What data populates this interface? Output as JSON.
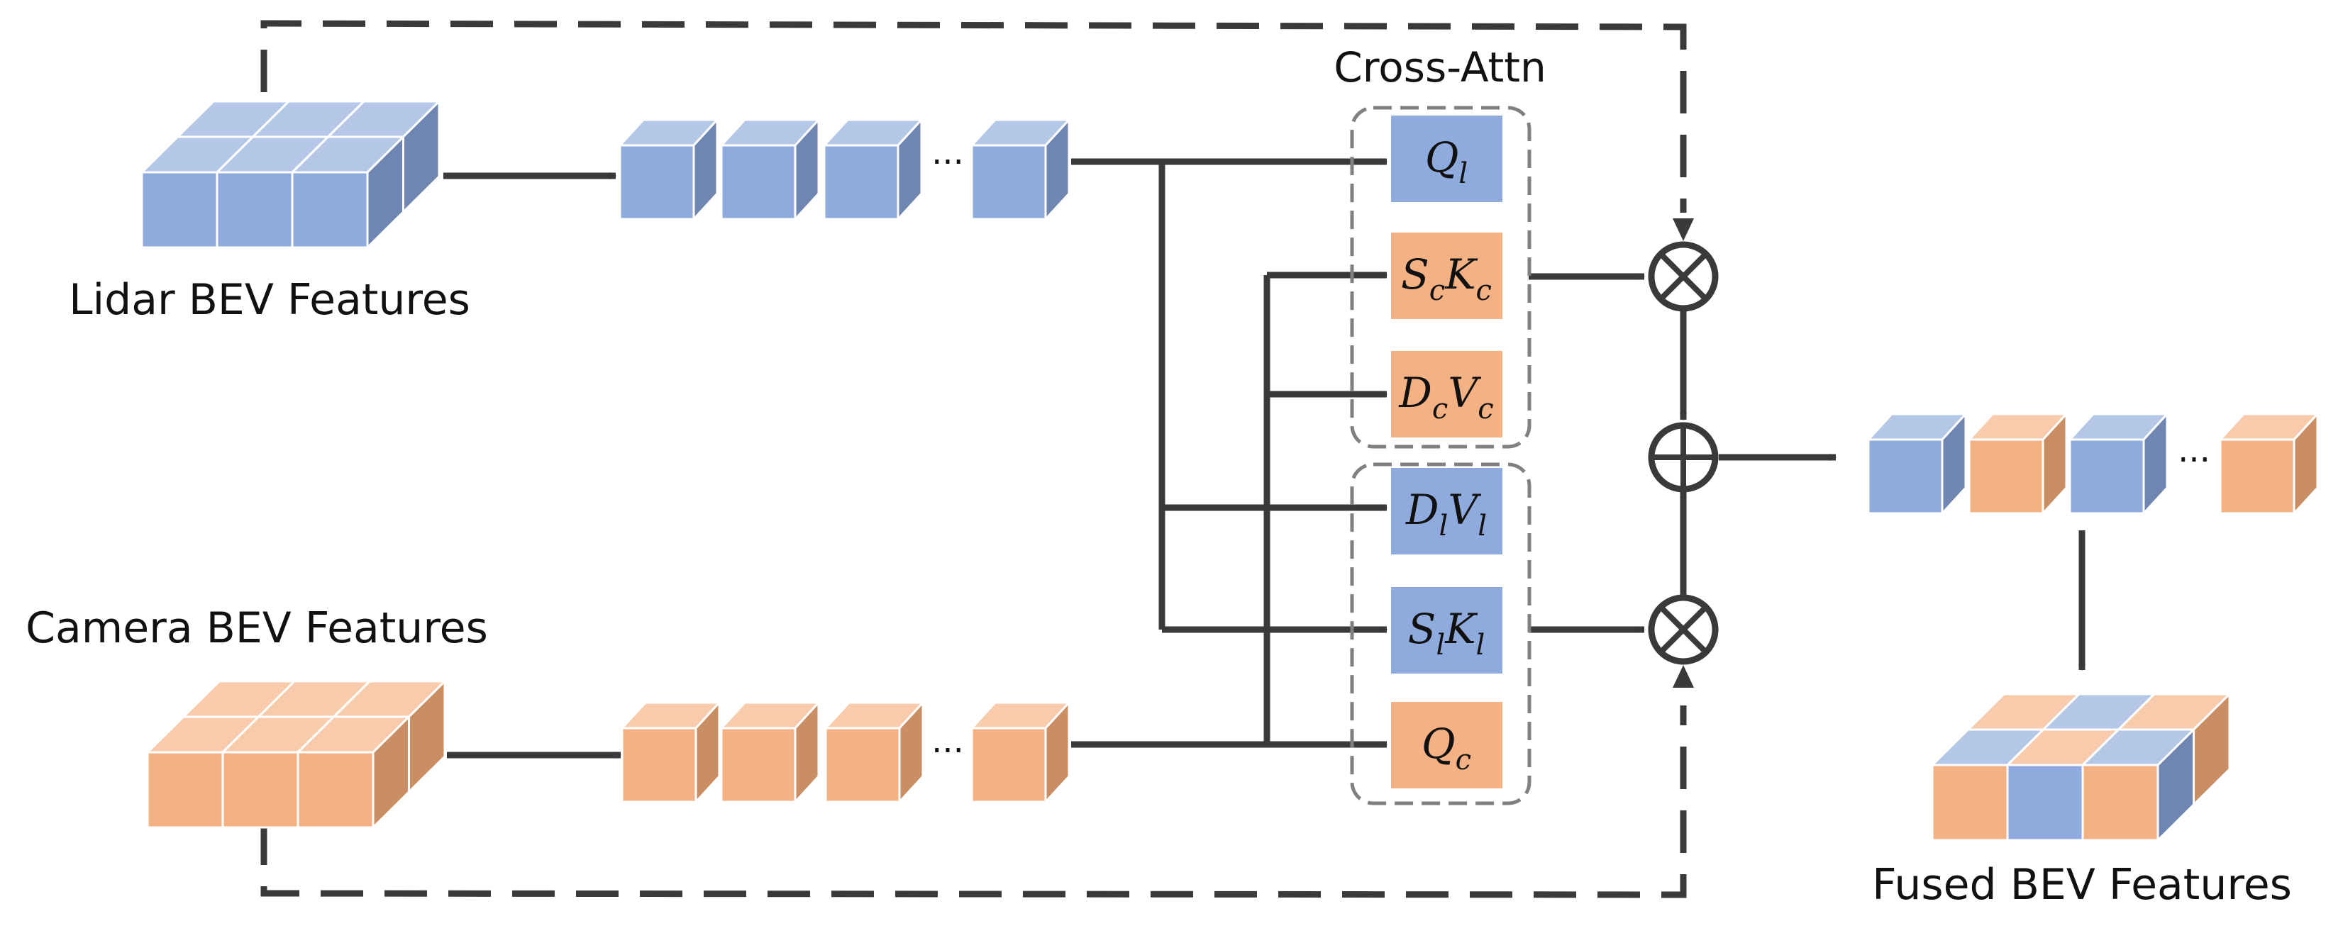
{
  "labels": {
    "lidar": "Lidar BEV Features",
    "camera": "Camera BEV Features",
    "fused": "Fused BEV Features",
    "cross_attn": "Cross-Attn"
  },
  "ellipsis": "···",
  "ops": {
    "multiply": "⊗",
    "add": "⊕"
  },
  "attention_boxes": [
    {
      "id": "q-lidar",
      "color": "lidar",
      "main": "Q",
      "sub": "l"
    },
    {
      "id": "sk-camera",
      "color": "camera",
      "parts": [
        {
          "main": "S",
          "sub": "c"
        },
        {
          "main": "K",
          "sub": "c"
        }
      ]
    },
    {
      "id": "dv-camera",
      "color": "camera",
      "parts": [
        {
          "main": "D",
          "sub": "c"
        },
        {
          "main": "V",
          "sub": "c"
        }
      ]
    },
    {
      "id": "dv-lidar",
      "color": "lidar",
      "parts": [
        {
          "main": "D",
          "sub": "l"
        },
        {
          "main": "V",
          "sub": "l"
        }
      ]
    },
    {
      "id": "sk-lidar",
      "color": "lidar",
      "parts": [
        {
          "main": "S",
          "sub": "l"
        },
        {
          "main": "K",
          "sub": "l"
        }
      ]
    },
    {
      "id": "q-camera",
      "color": "camera",
      "main": "Q",
      "sub": "c"
    }
  ],
  "fused_token_sequence": [
    "lidar",
    "camera",
    "lidar",
    "camera"
  ],
  "colors": {
    "lidar_front": "#8FAADC",
    "lidar_top": "#B4C7E7",
    "lidar_side": "#6F86B2",
    "camera_front": "#F4B183",
    "camera_top": "#F8CBAD",
    "camera_side": "#C98E63",
    "line": "#3A3A3A",
    "dashed_group": "#808080"
  }
}
